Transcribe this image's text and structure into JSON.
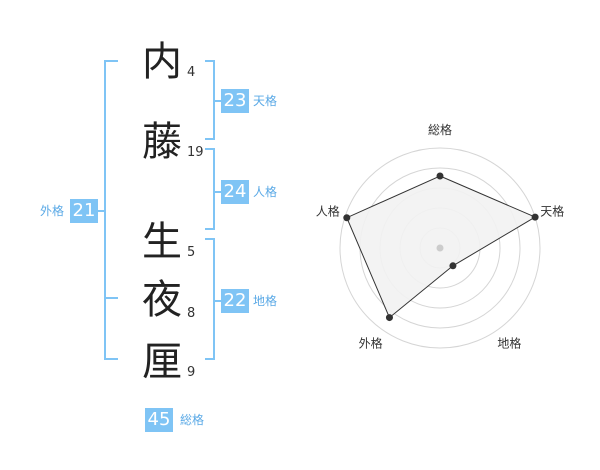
{
  "name": {
    "chars": [
      {
        "char": "内",
        "strokes": "4"
      },
      {
        "char": "藤",
        "strokes": "19"
      },
      {
        "char": "生",
        "strokes": "5"
      },
      {
        "char": "夜",
        "strokes": "8"
      },
      {
        "char": "厘",
        "strokes": "9"
      }
    ]
  },
  "fortunes": {
    "tenkaku": {
      "value": "23",
      "label": "天格"
    },
    "jinkaku": {
      "value": "24",
      "label": "人格"
    },
    "chikaku": {
      "value": "22",
      "label": "地格"
    },
    "gaikaku": {
      "value": "21",
      "label": "外格"
    },
    "soukaku": {
      "value": "45",
      "label": "総格"
    }
  },
  "radar": {
    "axes": [
      "総格",
      "天格",
      "地格",
      "外格",
      "人格"
    ],
    "values": [
      0.72,
      1.0,
      0.22,
      0.86,
      0.98
    ],
    "colors": {
      "fill": "#f2f2f2",
      "stroke": "#333333",
      "ring": "#d5d5d5"
    }
  }
}
